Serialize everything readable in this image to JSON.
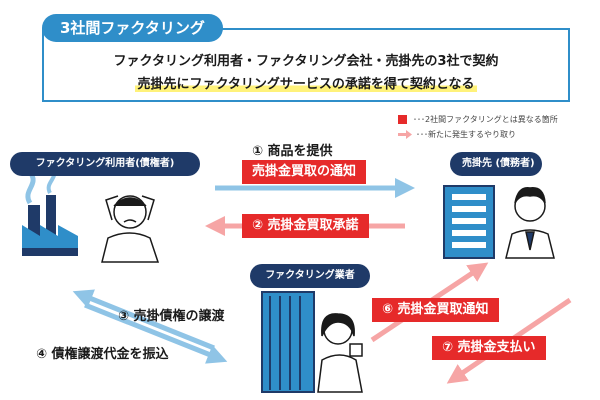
{
  "header": {
    "title": "3社間ファクタリング",
    "line1": "ファクタリング利用者・ファクタリング会社・売掛先の3社で契約",
    "line2": "売掛先にファクタリングサービスの承諾を得て契約となる"
  },
  "legend": {
    "red_text": "･･･2社間ファクタリングとは異なる箇所",
    "arrow_text": "･･･新たに発生するやり取り"
  },
  "entities": {
    "user": "ファクタリング利用者(債権者)",
    "buyer": "売掛先 (債務者)",
    "factor": "ファクタリング業者"
  },
  "steps": {
    "s1": "① 商品を提供",
    "s1_sub": "売掛金買取の通知",
    "s2": "② 売掛金買取承諾",
    "s3": "③ 売掛債権の譲渡",
    "s4": "④ 債権譲渡代金を振込",
    "s6": "⑥ 売掛金買取通知",
    "s7": "⑦ 売掛金支払い"
  },
  "colors": {
    "accent_blue": "#2f8ec9",
    "navy": "#1f3a68",
    "red": "#e62a2a",
    "pink_arrow": "#f6a5a5",
    "light_blue_arrow": "#8fc4e6"
  }
}
